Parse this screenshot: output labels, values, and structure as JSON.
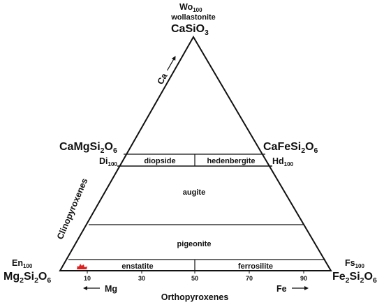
{
  "apex": {
    "wo_label": "Wo",
    "wo_sub": "100",
    "name": "wollastonite",
    "formula_main": "CaSiO",
    "formula_sub": "3"
  },
  "left_mid": {
    "formula_a": "CaMgSi",
    "formula_a_sub": "2",
    "formula_b": "O",
    "formula_b_sub": "6",
    "member": "Di",
    "member_sub": "100"
  },
  "right_mid": {
    "formula_a": "CaFeSi",
    "formula_a_sub": "2",
    "formula_b": "O",
    "formula_b_sub": "6",
    "member": "Hd",
    "member_sub": "100"
  },
  "bottom_left": {
    "member": "En",
    "member_sub": "100",
    "f1": "Mg",
    "f1_sub": "2",
    "f2": "Si",
    "f2_sub": "2",
    "f3": "O",
    "f3_sub": "6"
  },
  "bottom_right": {
    "member": "Fs",
    "member_sub": "100",
    "f1": "Fe",
    "f1_sub": "2",
    "f2": "Si",
    "f2_sub": "2",
    "f3": "O",
    "f3_sub": "6"
  },
  "fields": {
    "diopside": "diopside",
    "hedenbergite": "hedenbergite",
    "augite": "augite",
    "pigeonite": "pigeonite",
    "enstatite": "enstatite",
    "ferrosilite": "ferrosilite"
  },
  "side_labels": {
    "ca": "Ca",
    "clino": "Clinopyroxenes",
    "mg": "Mg",
    "fe": "Fe",
    "ortho": "Orthopyroxenes"
  },
  "ticks": [
    "10",
    "30",
    "50",
    "70",
    "90"
  ],
  "colors": {
    "sample_marker": "#e02020",
    "lines": "#111111"
  }
}
